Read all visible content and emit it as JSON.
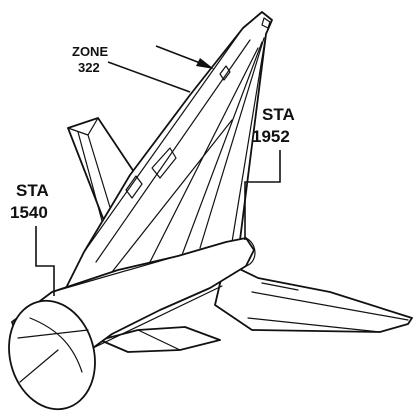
{
  "labels": {
    "zone_line1": "ZONE",
    "zone_line2": "322",
    "sta_right_line1": "STA",
    "sta_right_line2": "1952",
    "sta_left_line1": "STA",
    "sta_left_line2": "1540"
  },
  "colors": {
    "ink": "#111111",
    "background": "#ffffff"
  }
}
